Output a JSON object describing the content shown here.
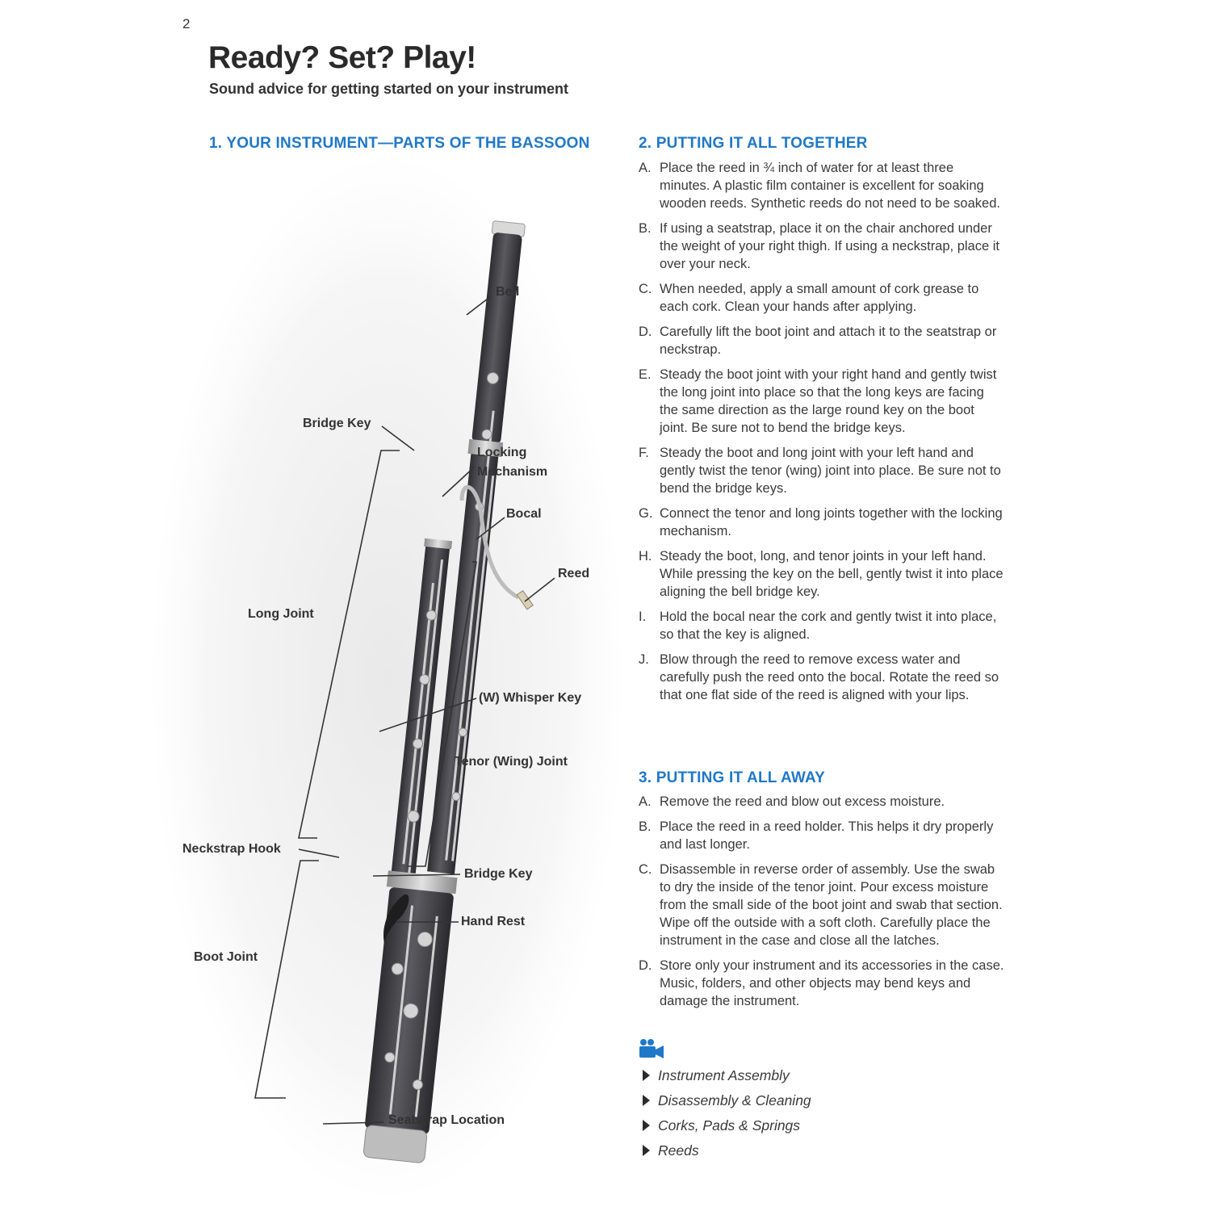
{
  "page_number": "2",
  "title": "Ready? Set? Play!",
  "subtitle": "Sound advice for getting started on your instrument",
  "section1": {
    "heading": "1. YOUR INSTRUMENT—PARTS OF THE BASSOON",
    "labels": {
      "bell": "Bell",
      "bridge_key_top": "Bridge Key",
      "locking_line1": "Locking",
      "locking_line2": "Mechanism",
      "bocal": "Bocal",
      "reed": "Reed",
      "long_joint": "Long Joint",
      "whisper_key": "(W) Whisper Key",
      "tenor_joint": "Tenor (Wing) Joint",
      "neckstrap_hook": "Neckstrap Hook",
      "bridge_key_bottom": "Bridge Key",
      "hand_rest": "Hand Rest",
      "boot_joint": "Boot Joint",
      "seatstrap_location": "Seatstrap Location"
    }
  },
  "section2": {
    "heading": "2. PUTTING IT ALL TOGETHER",
    "steps": [
      {
        "letter": "A.",
        "text": "Place the reed in ¾ inch of water for at least three minutes. A plastic film container is excellent for soaking wooden reeds. Synthetic reeds do not need to be soaked."
      },
      {
        "letter": "B.",
        "text": "If using a seatstrap, place it on the chair anchored under the weight of your right thigh. If using a neckstrap, place it over your neck."
      },
      {
        "letter": "C.",
        "text": "When needed, apply a small amount of cork grease to each cork. Clean your hands after applying."
      },
      {
        "letter": "D.",
        "text": "Carefully lift the boot joint and attach it to the seatstrap or neckstrap."
      },
      {
        "letter": "E.",
        "text": "Steady the boot joint with your right hand and gently twist the long joint into place so that the long keys are facing the same direction as the large round key on the boot joint. Be sure not to bend the bridge keys."
      },
      {
        "letter": "F.",
        "text": "Steady the boot and long joint with your left hand and gently twist the tenor (wing) joint into place. Be sure not to bend the bridge keys."
      },
      {
        "letter": "G.",
        "text": "Connect the tenor and long joints together with the locking mechanism."
      },
      {
        "letter": "H.",
        "text": "Steady the boot, long, and tenor joints in your left hand. While pressing the key on the bell, gently twist it into place aligning the bell bridge key."
      },
      {
        "letter": "I.",
        "text": "Hold the bocal near the cork and gently twist it into place, so that the key is aligned."
      },
      {
        "letter": "J.",
        "text": "Blow through the reed to remove excess water and carefully push the reed onto the bocal. Rotate the reed so that one flat side of the reed is aligned with your lips."
      }
    ]
  },
  "section3": {
    "heading": "3. PUTTING IT ALL AWAY",
    "steps": [
      {
        "letter": "A.",
        "text": "Remove the reed and blow out excess moisture."
      },
      {
        "letter": "B.",
        "text": "Place the reed in a reed holder. This helps it dry properly and last longer."
      },
      {
        "letter": "C.",
        "text": "Disassemble in reverse order of assembly. Use the swab to dry the inside of the tenor joint. Pour excess moisture from the small side of the boot joint and swab that section. Wipe off the outside with a soft cloth. Carefully place the instrument in the case and close all the latches."
      },
      {
        "letter": "D.",
        "text": "Store only your instrument and its accessories in the case. Music, folders, and other objects may bend keys and damage the instrument."
      }
    ]
  },
  "videos": {
    "icon": "video-camera-icon",
    "accent_color": "#1f78c8",
    "links": [
      "Instrument Assembly",
      "Disassembly & Cleaning",
      "Corks, Pads & Springs",
      "Reeds"
    ]
  }
}
